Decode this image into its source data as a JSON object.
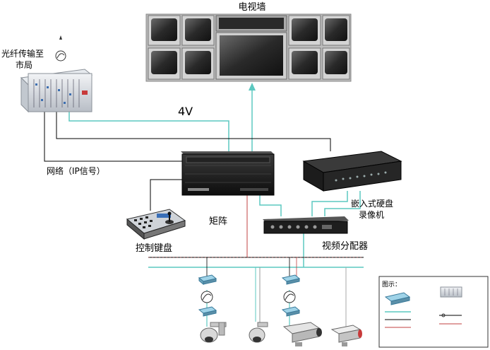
{
  "labels": {
    "tv_wall": "电视墙",
    "fiber_line1": "光纤传输至",
    "fiber_line2": "市局",
    "vga_4v": "4V",
    "network_ip": "网络（IP信号）",
    "matrix": "矩阵",
    "dvr_line1": "嵌入式硬盘",
    "dvr_line2": "录像机",
    "keyboard": "控制键盘",
    "video_distributor": "视频分配器"
  },
  "legend": {
    "title": "图示："
  },
  "colors": {
    "video_line": "#5cc8c0",
    "network_line": "#000000",
    "control_line": "#c04040",
    "power_line": "#999999",
    "device_dark": "#1a1a1a",
    "monitor_frame": "#c8c8c8"
  }
}
